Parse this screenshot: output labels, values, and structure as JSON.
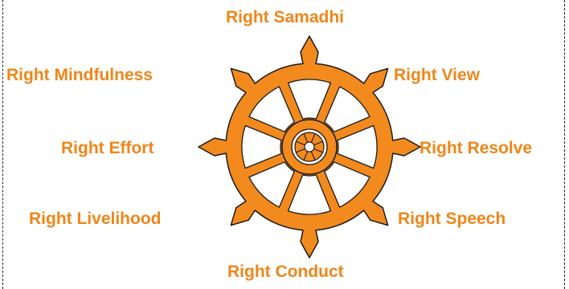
{
  "colors": {
    "wheel": "#f28a1e",
    "outline": "#1a1a1a",
    "label": "#f08519"
  },
  "labels": {
    "samadhi": "Right Samadhi",
    "view": "Right View",
    "resolve": "Right Resolve",
    "speech": "Right Speech",
    "conduct": "Right Conduct",
    "livelihood": "Right Livelihood",
    "effort": "Right Effort",
    "mindfulness": "Right Mindfulness"
  }
}
